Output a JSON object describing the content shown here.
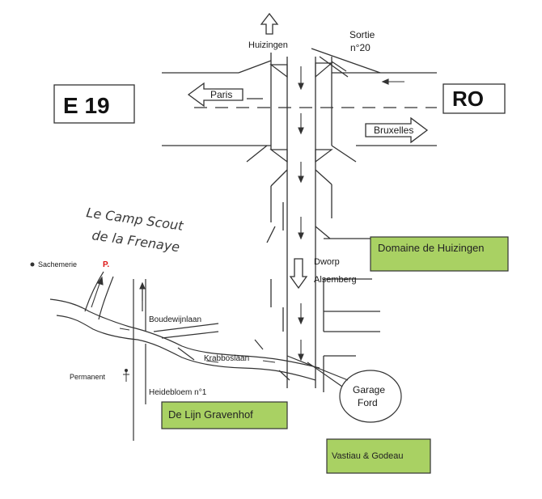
{
  "highway_label": "E 19",
  "ring_label": "RO",
  "directions": {
    "huizingen": "Huizingen",
    "exit_line1": "Sortie",
    "exit_line2": "n°20",
    "paris": "Paris",
    "bruxelles": "Bruxelles",
    "dworp": "Dworp",
    "alsemberg": "Alsemberg"
  },
  "camp_title_line1": "Le Camp Scout",
  "camp_title_line2": "de la Frenaye",
  "places": {
    "sachemerie": "Sachemerie",
    "parking_marker": "P.",
    "permanent": "Permanent",
    "garage_line1": "Garage",
    "garage_line2": "Ford"
  },
  "streets": {
    "boudewijnlaan": "Boudewijnlaan",
    "krabboslaan": "Krabboslaan",
    "heidebloem": "Heidebloem n°1"
  },
  "landmarks": {
    "domaine": "Domaine de Huizingen",
    "delijn": "De Lijn Gravenhof",
    "vastiau": "Vastiau & Godeau"
  },
  "colors": {
    "landmark_fill": "#a9d163",
    "line": "#333333"
  }
}
